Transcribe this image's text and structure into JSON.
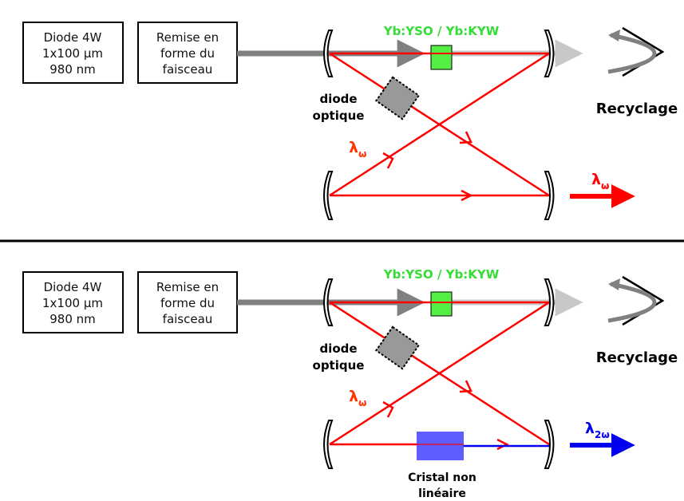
{
  "panels": [
    {
      "id": "top",
      "source_box": {
        "lines": [
          "Diode 4W",
          "1x100 µm",
          "980 nm"
        ]
      },
      "shaping_box": {
        "lines": [
          "Remise en",
          "forme du",
          "faisceau"
        ]
      },
      "crystal_label": "Yb:YSO / Yb:KYW",
      "isolator_label": [
        "diode",
        "optique"
      ],
      "recycle_label": "Recyclage",
      "intracavity_label": {
        "symbol": "λ",
        "sub": "ω"
      },
      "output_label": {
        "symbol": "λ",
        "sub": "ω"
      }
    },
    {
      "id": "bottom",
      "source_box": {
        "lines": [
          "Diode 4W",
          "1x100 µm",
          "980 nm"
        ]
      },
      "shaping_box": {
        "lines": [
          "Remise en",
          "forme du",
          "faisceau"
        ]
      },
      "crystal_label": "Yb:YSO / Yb:KYW",
      "isolator_label": [
        "diode",
        "optique"
      ],
      "recycle_label": "Recyclage",
      "intracavity_label": {
        "symbol": "λ",
        "sub": "ω"
      },
      "output_label": {
        "symbol": "λ",
        "sub": "2ω"
      },
      "nonlinear_label": [
        "Cristal non",
        "linéaire"
      ]
    }
  ],
  "colors": {
    "laser": "#ff0000",
    "pump_dark": "#808080",
    "pump_light": "#c8c8c8",
    "crystal": "#55ee44",
    "crystal_label": "#33dd33",
    "isolator": "#999999",
    "nonlinear": "#4d4dff",
    "harmonic": "#0000ee",
    "intracavity_label": "#ff3300"
  }
}
